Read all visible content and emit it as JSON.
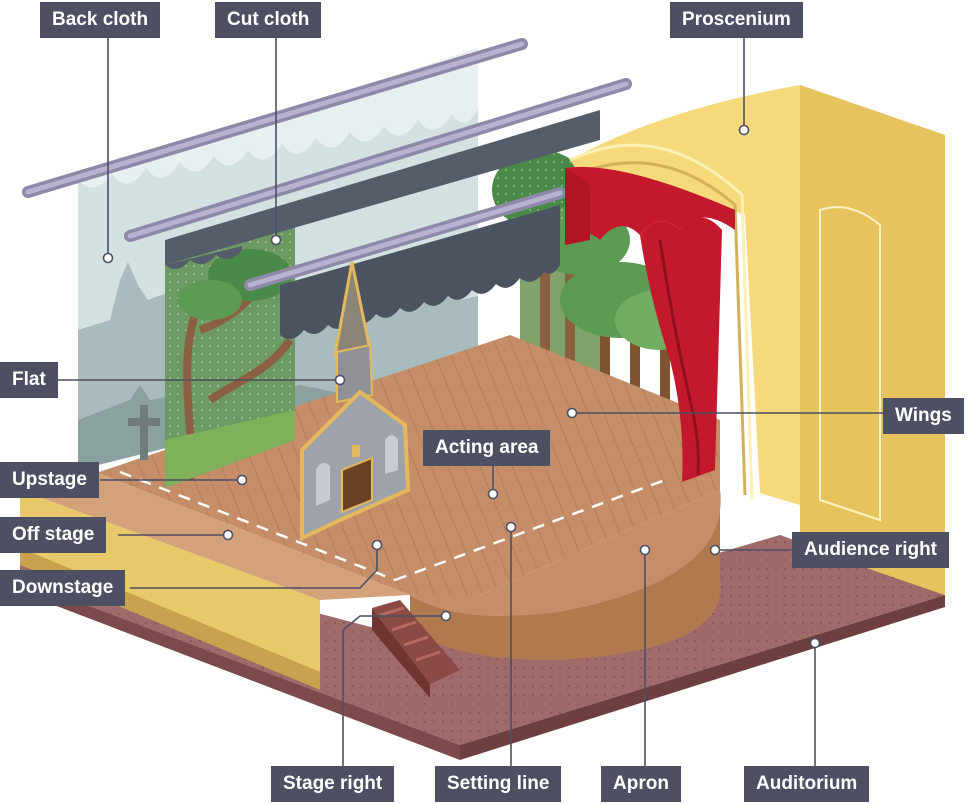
{
  "labels": {
    "back_cloth": "Back cloth",
    "cut_cloth": "Cut cloth",
    "proscenium": "Proscenium",
    "flat": "Flat",
    "wings": "Wings",
    "acting_area": "Acting area",
    "upstage": "Upstage",
    "off_stage": "Off stage",
    "downstage": "Downstage",
    "audience_right": "Audience right",
    "stage_right": "Stage right",
    "setting_line": "Setting line",
    "apron": "Apron",
    "auditorium": "Auditorium"
  },
  "colors": {
    "label_bg": "#4d4f62",
    "label_text": "#ffffff",
    "floor_wood": "#c58e68",
    "proscenium_yellow": "#f5d97a",
    "curtain_red": "#c4182c",
    "auditorium_floor": "#a06a6a",
    "backcloth": "#d3e1e1",
    "border_slate": "#555d6a",
    "pipe": "#a79fbe"
  }
}
